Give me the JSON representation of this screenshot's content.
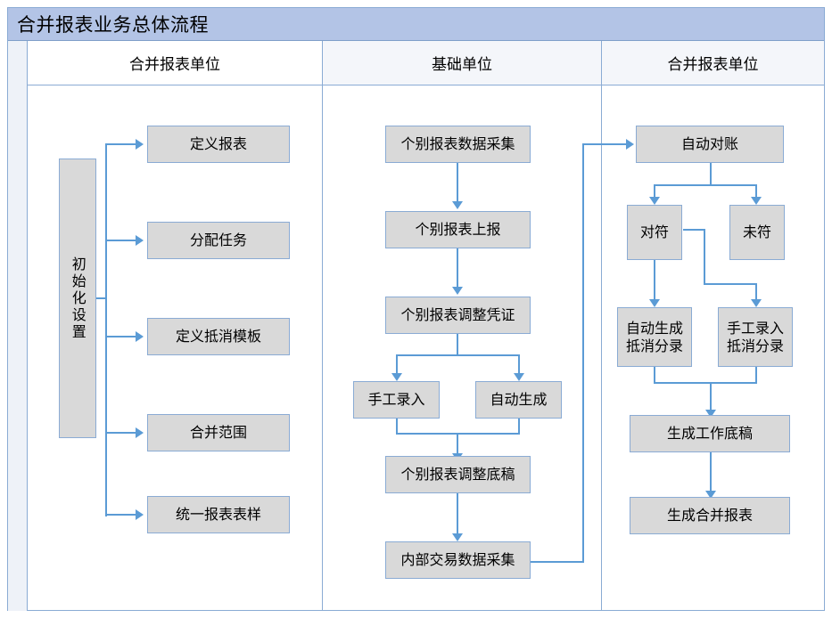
{
  "title": "合并报表业务总体流程",
  "lanes": [
    {
      "id": "lane-consolidating-unit-left",
      "label": "合并报表单位"
    },
    {
      "id": "lane-base-unit",
      "label": "基础单位"
    },
    {
      "id": "lane-consolidating-unit-right",
      "label": "合并报表单位"
    }
  ],
  "colors": {
    "title_bar": "#b3c4e6",
    "node_fill": "#d9d9d9",
    "node_border": "#8aabd4",
    "connector": "#5b9bd5",
    "frame_border": "#8aabd4",
    "lane_header_alt": "#f4f6fa",
    "gutter": "#eef2f8"
  },
  "nodes": {
    "init_setup": "初始化设置",
    "define_report": "定义报表",
    "assign_task": "分配任务",
    "define_offset_tpl": "定义抵消模板",
    "merge_scope": "合并范围",
    "unify_report_form": "统一报表表样",
    "individual_collect": "个别报表数据采集",
    "individual_submit": "个别报表上报",
    "individual_adj_voucher": "个别报表调整凭证",
    "manual_entry": "手工录入",
    "auto_generate": "自动生成",
    "individual_adj_draft": "个别报表调整底稿",
    "internal_txn_collect": "内部交易数据采集",
    "auto_reconcile": "自动对账",
    "matched": "对符",
    "unmatched": "未符",
    "auto_gen_offset": "自动生成\n抵消分录",
    "manual_entry_offset": "手工录入\n抵消分录",
    "generate_worksheet": "生成工作底稿",
    "generate_consolidated_report": "生成合并报表"
  }
}
